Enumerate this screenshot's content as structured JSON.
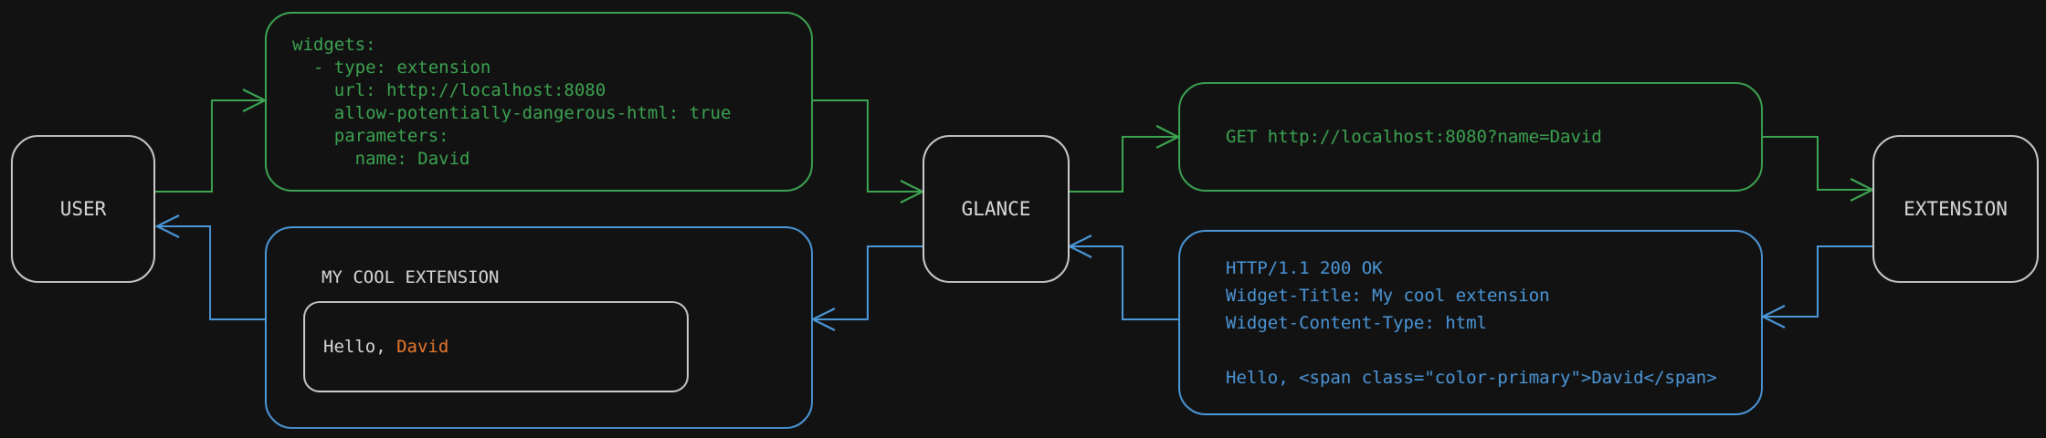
{
  "colors": {
    "bg": "#121212",
    "green": "#3ca351",
    "blue": "#4b96d7",
    "orange": "#e8782d",
    "gray-border": "#c9c9c9",
    "text-light": "#d9d9d9"
  },
  "nodes": {
    "user": {
      "label": "USER"
    },
    "glance": {
      "label": "GLANCE"
    },
    "extension": {
      "label": "EXTENSION"
    }
  },
  "config_box": {
    "lines": [
      "widgets:",
      "  - type: extension",
      "    url: http://localhost:8080",
      "    allow-potentially-dangerous-html: true",
      "    parameters:",
      "      name: David"
    ]
  },
  "request_box": {
    "text": "GET http://localhost:8080?name=David"
  },
  "response_box": {
    "lines": [
      "HTTP/1.1 200 OK",
      "Widget-Title: My cool extension",
      "Widget-Content-Type: html",
      "",
      "Hello, <span class=\"color-primary\">David</span>"
    ]
  },
  "widget_box": {
    "title": "MY COOL EXTENSION",
    "hello_prefix": "Hello, ",
    "hello_name": "David"
  }
}
